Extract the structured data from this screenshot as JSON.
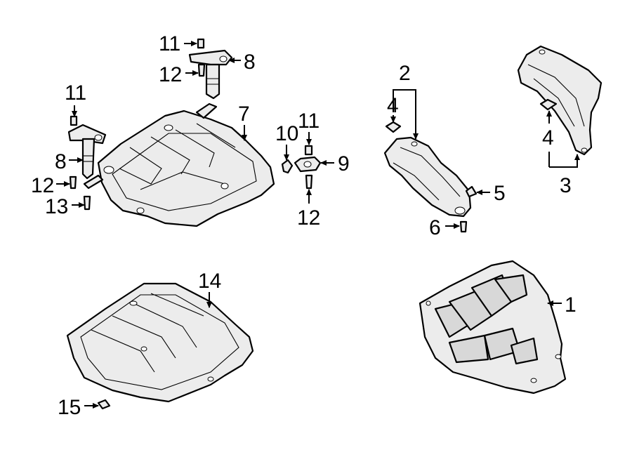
{
  "callouts": {
    "c1": "1",
    "c2": "2",
    "c3": "3",
    "c4a": "4",
    "c4b": "4",
    "c5": "5",
    "c6": "6",
    "c7": "7",
    "c8a": "8",
    "c8b": "8",
    "c9": "9",
    "c10": "10",
    "c11a": "11",
    "c11b": "11",
    "c11c": "11",
    "c12a": "12",
    "c12b": "12",
    "c12c": "12",
    "c13": "13",
    "c14": "14",
    "c15": "15"
  }
}
